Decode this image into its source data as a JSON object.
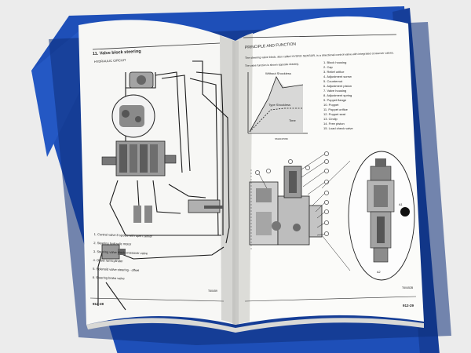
{
  "left_page": {
    "section_title": "11. Valve block steering",
    "subtitle": "HYDRAULIC CIRCUIT",
    "legend": [
      "1. Control valve 8 spools with open center",
      "2. Steering hydraulic motor",
      "3. Steering valve block crossover valve",
      "4. Offset ram/cylinder",
      "5. Solenoid valve steering - offset",
      "6. Steering brake valve"
    ],
    "drawing_code": "T60459",
    "page_number": "912-28"
  },
  "right_page": {
    "heading": "PRINCIPLE AND FUNCTION",
    "intro_1": "The steering valve block, also called HYDRO SENSOR, is a directional control valve with integrated crossover valves.",
    "intro_2": "The valve function is shown opposite drawing.",
    "graph_label_1": "Without Shockless",
    "graph_label_2": "Type Shockless",
    "graph_axis_x": "Time",
    "graph_code": "SMA04P336",
    "parts": [
      "1. Block housing",
      "2. Cap",
      "3. Relief orifice",
      "4. Adjustment screw",
      "5. Counternut",
      "6. Adjustment piston",
      "7. Valve housing",
      "8. Adjustment spring",
      "9. Poppet flange",
      "10. Poppet",
      "11. Poppet orifice",
      "12. Poppet seat",
      "13. Circlip",
      "14. Free piston",
      "15. Load check valve"
    ],
    "port_a1": "A1",
    "port_a2": "A2",
    "drawing_code": "T60452B",
    "page_number": "912-29"
  }
}
